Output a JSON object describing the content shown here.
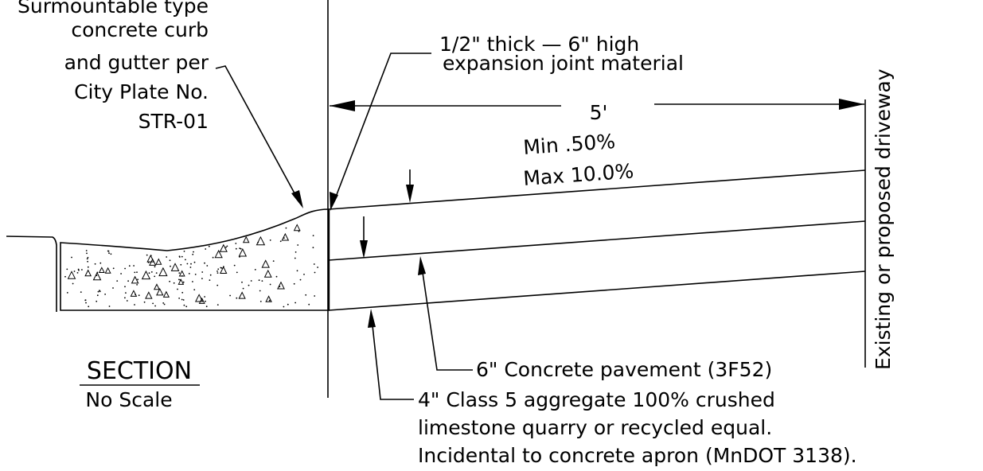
{
  "curb_note": {
    "lines": [
      "Surmountable type",
      "concrete curb",
      "and gutter per",
      "City Plate No.",
      "STR-01"
    ]
  },
  "joint_note": {
    "lines": [
      "1/2\" thick — 6\" high",
      "expansion joint material"
    ]
  },
  "width_dim": "5'",
  "slope": {
    "min": "Min .50%",
    "max": "Max 10.0%"
  },
  "driveway_note": "Existing or proposed driveway",
  "pavement_note": "6\" Concrete pavement (3F52)",
  "aggregate_note": {
    "lines": [
      "4\" Class 5 aggregate 100% crushed",
      "limestone quarry or recycled equal.",
      "Incidental to concrete apron (MnDOT 3138)."
    ]
  },
  "section_title": "SECTION",
  "section_subtitle": "No Scale"
}
